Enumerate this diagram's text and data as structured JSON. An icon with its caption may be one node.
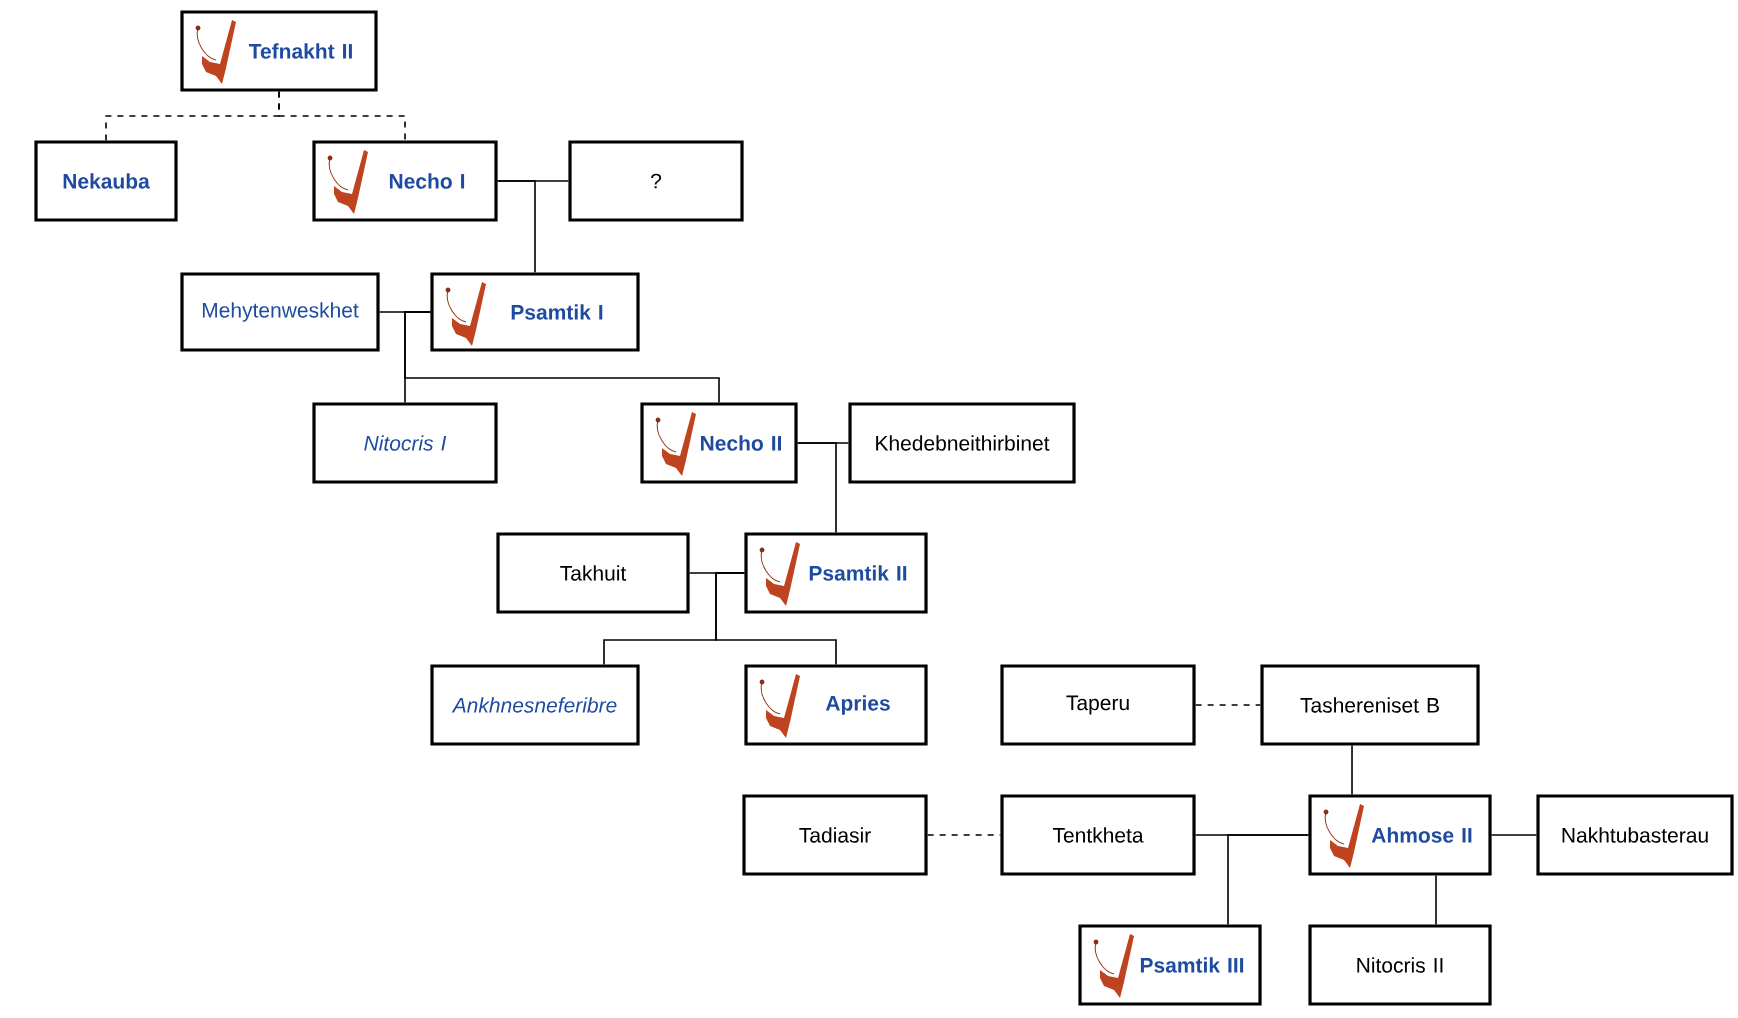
{
  "diagram": {
    "nodes": [
      {
        "text": [
          "Tefnakht II"
        ]
      },
      {
        "text": [
          "Nekauba"
        ]
      },
      {
        "text": [
          "Necho I"
        ]
      },
      {
        "text": [
          "?"
        ]
      },
      {
        "text": [
          "Mehytenweskhet"
        ]
      },
      {
        "text": [
          "Psamtik I"
        ]
      },
      {
        "text": [
          "Nitocris I"
        ]
      },
      {
        "text": [
          "Necho II"
        ]
      },
      {
        "text": [
          "Khedebneithirbinet"
        ]
      },
      {
        "text": [
          "Takhuit"
        ]
      },
      {
        "text": [
          "Psamtik II"
        ]
      },
      {
        "text": [
          "Ankhnesneferibre"
        ]
      },
      {
        "text": [
          "Apries"
        ]
      },
      {
        "text": [
          "Taperu"
        ]
      },
      {
        "text": [
          "Tashereniset B"
        ]
      },
      {
        "text": [
          "Tadiasir"
        ]
      },
      {
        "text": [
          "Tentkheta"
        ]
      },
      {
        "text": [
          "Ahmose II"
        ]
      },
      {
        "text": [
          "Nakhtubasterau"
        ]
      },
      {
        "text": [
          "Psamtik III"
        ]
      },
      {
        "text": [
          "Nitocris II"
        ]
      }
    ],
    "edges": [
      {
        "from": 0,
        "to": 1,
        "arrow": "none",
        "style": "dashed"
      },
      {
        "from": 0,
        "to": 2,
        "arrow": "none",
        "style": "dashed"
      },
      {
        "from": 2,
        "to": 3,
        "arrow": "none"
      },
      {
        "from": 2,
        "to": 5,
        "arrow": "none"
      },
      {
        "from": 4,
        "to": 5,
        "arrow": "none"
      },
      {
        "from": 5,
        "to": 6,
        "arrow": "none"
      },
      {
        "from": 5,
        "to": 7,
        "arrow": "none"
      },
      {
        "from": 7,
        "to": 8,
        "arrow": "none"
      },
      {
        "from": 7,
        "to": 10,
        "arrow": "none"
      },
      {
        "from": 9,
        "to": 10,
        "arrow": "none"
      },
      {
        "from": 10,
        "to": 11,
        "arrow": "none"
      },
      {
        "from": 10,
        "to": 12,
        "arrow": "none"
      },
      {
        "from": 13,
        "to": 14,
        "arrow": "none",
        "style": "dashed"
      },
      {
        "from": 14,
        "to": 17,
        "arrow": "none"
      },
      {
        "from": 15,
        "to": 16,
        "arrow": "none",
        "style": "dashed"
      },
      {
        "from": 16,
        "to": 17,
        "arrow": "none"
      },
      {
        "from": 17,
        "to": 19,
        "arrow": "none"
      },
      {
        "from": 17,
        "to": 18,
        "arrow": "none"
      },
      {
        "from": 17,
        "to": 20,
        "arrow": "none"
      }
    ]
  }
}
